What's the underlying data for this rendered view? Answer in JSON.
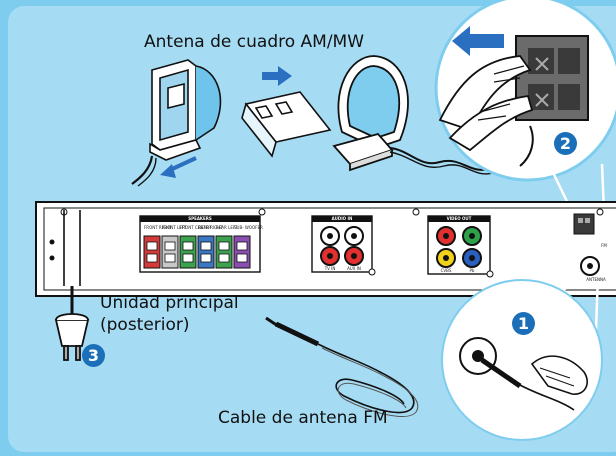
{
  "labels": {
    "am_antenna": "Antena de cuadro AM/MW",
    "main_unit_line1": "Unidad principal",
    "main_unit_line2": "(posterior)",
    "fm_cable": "Cable de antena FM"
  },
  "steps": {
    "one": "1",
    "two": "2",
    "three": "3"
  },
  "panel_text": {
    "speakers": "SPEAKERS",
    "front_right": "FRONT RIGHT",
    "front_left": "FRONT LEFT",
    "front_center": "FRONT CENTER",
    "rear_right": "REAR RIGHT",
    "rear_left": "REAR LEFT",
    "subwoofer": "SUB- WOOFER",
    "audio_in": "AUDIO IN",
    "tv_in": "TV IN",
    "aux_in": "AUX IN",
    "video_out": "VIDEO OUT",
    "cvbs": "CVBS",
    "pb": "Pb",
    "fm": "FM",
    "antenna": "ANTENNA"
  },
  "colors": {
    "background": "#7fcdee",
    "step_badge": "#1b6fb8",
    "speaker_red": "#d33a3a",
    "speaker_gray": "#c8c8c8",
    "speaker_green": "#3da24f",
    "speaker_blue": "#3a78c4",
    "speaker_purple": "#8a4fb0",
    "video_red": "#e23030",
    "video_green": "#2fa04a",
    "video_yellow": "#f1d21a",
    "video_blue": "#2a5fc0"
  }
}
